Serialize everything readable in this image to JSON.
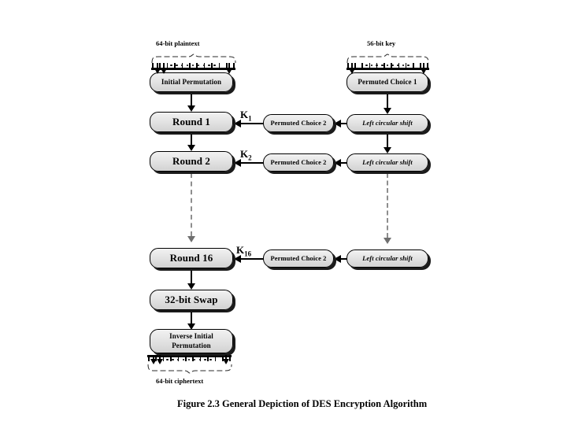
{
  "figure": {
    "caption": "Figure 2.3  General Depiction of DES Encryption Algorithm",
    "input_label": "64-bit plaintext",
    "key_label": "56-bit key",
    "output_label": "64-bit ciphertext"
  },
  "data_path": {
    "nodes": [
      {
        "id": "initial-permutation",
        "label": "Initial Permutation"
      },
      {
        "id": "round-1",
        "label": "Round 1"
      },
      {
        "id": "round-2",
        "label": "Round 2"
      },
      {
        "id": "round-16",
        "label": "Round 16"
      },
      {
        "id": "swap",
        "label": "32-bit Swap"
      },
      {
        "id": "inverse-initial-permutation",
        "label": "Inverse Initial\nPermutation"
      },
      {
        "id": "inverse-initial-permutation-l1",
        "label": "Inverse Initial"
      },
      {
        "id": "inverse-initial-permutation-l2",
        "label": "Permutation"
      }
    ]
  },
  "key_path": {
    "nodes": [
      {
        "id": "permuted-choice-1",
        "label": "Permuted Choice 1"
      },
      {
        "id": "left-circular-shift-1",
        "label": "Left circular shift"
      },
      {
        "id": "left-circular-shift-2",
        "label": "Left circular shift"
      },
      {
        "id": "left-circular-shift-16",
        "label": "Left circular shift"
      },
      {
        "id": "permuted-choice-2-1",
        "label": "Permuted Choice 2"
      },
      {
        "id": "permuted-choice-2-2",
        "label": "Permuted Choice 2"
      },
      {
        "id": "permuted-choice-2-16",
        "label": "Permuted Choice 2"
      }
    ]
  },
  "subkeys": [
    {
      "id": "k1",
      "base": "K",
      "sub": "1"
    },
    {
      "id": "k2",
      "base": "K",
      "sub": "2"
    },
    {
      "id": "k16",
      "base": "K",
      "sub": "16"
    }
  ],
  "colors": {
    "box_fill_top": "#f2f2f2",
    "box_fill_bottom": "#d2d2d2",
    "box_border": "#000000",
    "box_shadow": "#1b1b1b",
    "line": "#000000",
    "dashed_line": "#8e8e8e",
    "page_background": "#ffffff"
  }
}
